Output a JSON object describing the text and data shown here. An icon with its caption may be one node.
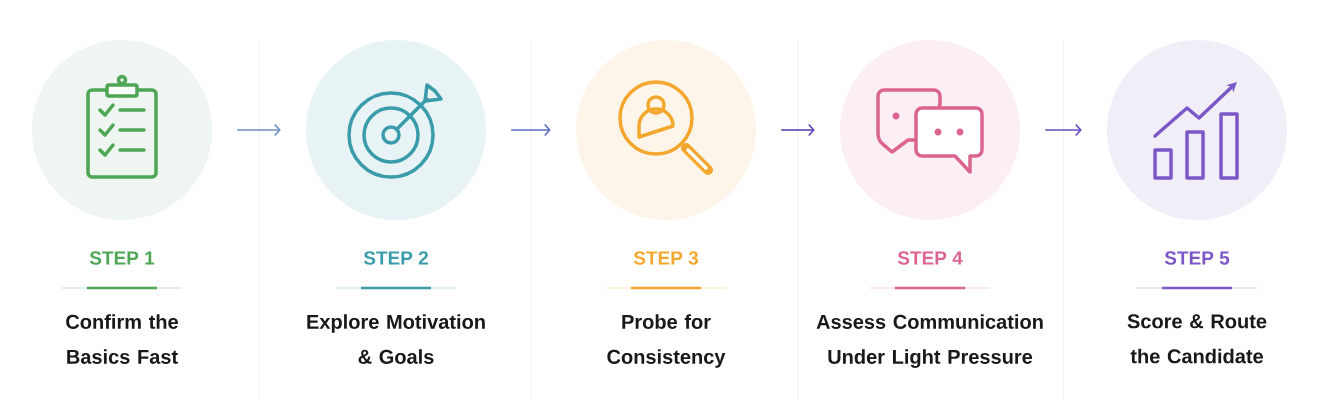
{
  "diagram": {
    "nodes": [
      {
        "text": [
          "STEP 1",
          "Confirm the Basics Fast"
        ]
      },
      {
        "text": [
          "STEP 2",
          "Explore Motivation & Goals"
        ]
      },
      {
        "text": [
          "STEP 3",
          "Probe for Consistency"
        ]
      },
      {
        "text": [
          "STEP 4",
          "Assess Communication Under Light Pressure"
        ]
      },
      {
        "text": [
          "STEP 5",
          "Score & Route the Candidate"
        ]
      }
    ],
    "edges": [
      {
        "from": 0,
        "to": 1,
        "arrow": "to"
      },
      {
        "from": 1,
        "to": 2,
        "arrow": "to"
      },
      {
        "from": 2,
        "to": 3,
        "arrow": "to"
      },
      {
        "from": 3,
        "to": 4,
        "arrow": "to"
      }
    ]
  }
}
